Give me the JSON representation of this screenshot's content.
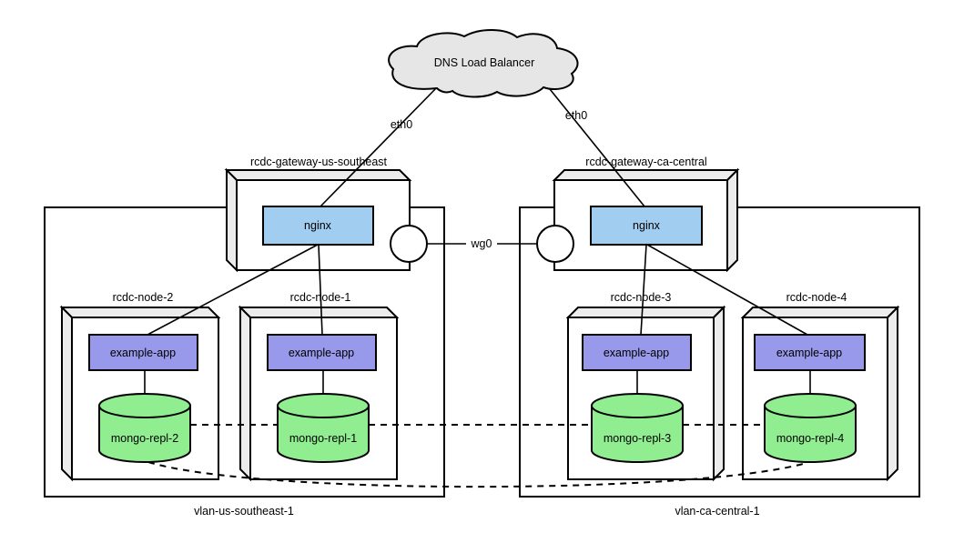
{
  "diagram": {
    "title_hint": "network-architecture-diagram",
    "cloud": {
      "label": "DNS Load Balancer"
    },
    "edges": {
      "eth0_left": "eth0",
      "eth0_right": "eth0",
      "wg0": "wg0"
    },
    "gateways": [
      {
        "label": "rcdc-gateway-us-southeast",
        "service": "nginx"
      },
      {
        "label": "rcdc-gateway-ca-central",
        "service": "nginx"
      }
    ],
    "vlans": [
      {
        "label": "vlan-us-southeast-1"
      },
      {
        "label": "vlan-ca-central-1"
      }
    ],
    "nodes": [
      {
        "label": "rcdc-node-2",
        "app": "example-app",
        "db": "mongo-repl-2"
      },
      {
        "label": "rcdc-node-1",
        "app": "example-app",
        "db": "mongo-repl-1"
      },
      {
        "label": "rcdc-node-3",
        "app": "example-app",
        "db": "mongo-repl-3"
      },
      {
        "label": "rcdc-node-4",
        "app": "example-app",
        "db": "mongo-repl-4"
      }
    ],
    "colors": {
      "nginx": "#a0cdf0",
      "app": "#9999eb",
      "db": "#90ee90",
      "face": "#ececec",
      "cloud": "#e6e6e6",
      "stroke": "#000000",
      "background": "#ffffff"
    }
  }
}
